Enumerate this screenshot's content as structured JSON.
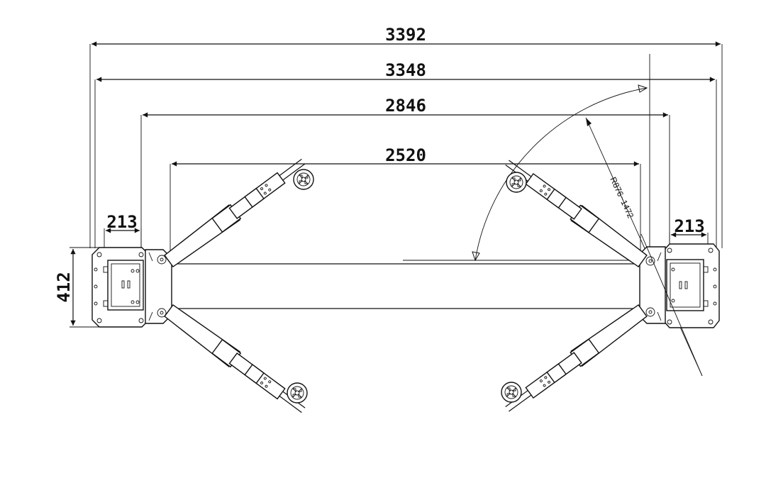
{
  "dimensions": {
    "overall_width": "3392",
    "outer_width": "3348",
    "column_span": "2846",
    "inner_width": "2520",
    "base_left": "213",
    "base_right": "213",
    "base_depth": "412"
  },
  "radius_label": "R876~1472"
}
